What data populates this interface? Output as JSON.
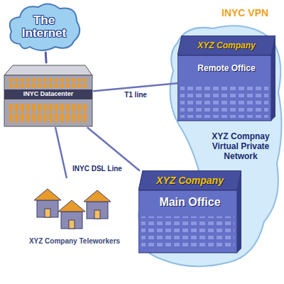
{
  "diagram": {
    "title": "INYC VPN",
    "nodes": [
      {
        "text": [
          "The Internet"
        ]
      },
      {
        "text": [
          "INYC Datacenter"
        ]
      },
      {
        "text": [
          "XYZ Compnay Virtual Private Network"
        ]
      },
      {
        "text": [
          "XYZ Company",
          "Remote Office"
        ],
        "in": 2
      },
      {
        "text": [
          "XYZ Company",
          "Main Office"
        ],
        "in": 2
      },
      {
        "text": [
          "XYZ Company Teleworkers"
        ]
      }
    ],
    "edges": [
      {
        "from": 0,
        "to": 1,
        "arrow": "none"
      },
      {
        "from": 1,
        "to": 3,
        "label": "T1 line",
        "arrow": "none"
      },
      {
        "from": 1,
        "to": 4,
        "arrow": "none"
      },
      {
        "from": 1,
        "to": 5,
        "arrow": "none"
      }
    ],
    "labels": [
      "INYC DSL Line"
    ]
  }
}
